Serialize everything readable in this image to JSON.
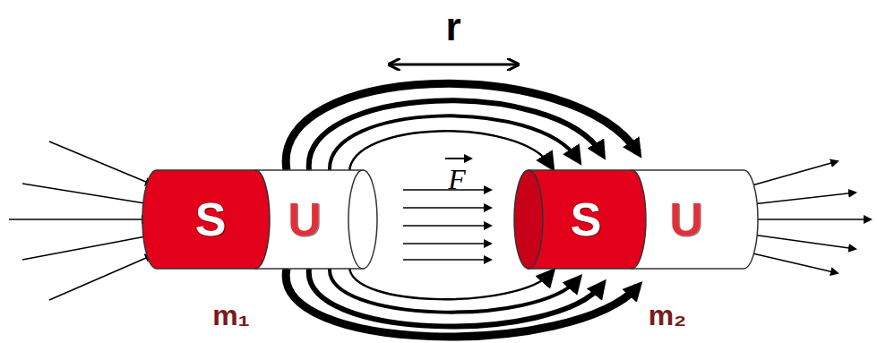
{
  "diagram": {
    "nodes": [
      {
        "text": [
          "S"
        ]
      },
      {
        "text": [
          "U"
        ]
      },
      {
        "text": [
          "S"
        ]
      },
      {
        "text": [
          "U"
        ]
      }
    ],
    "labels": [
      "r",
      "F",
      "m₁",
      "m₂"
    ]
  }
}
